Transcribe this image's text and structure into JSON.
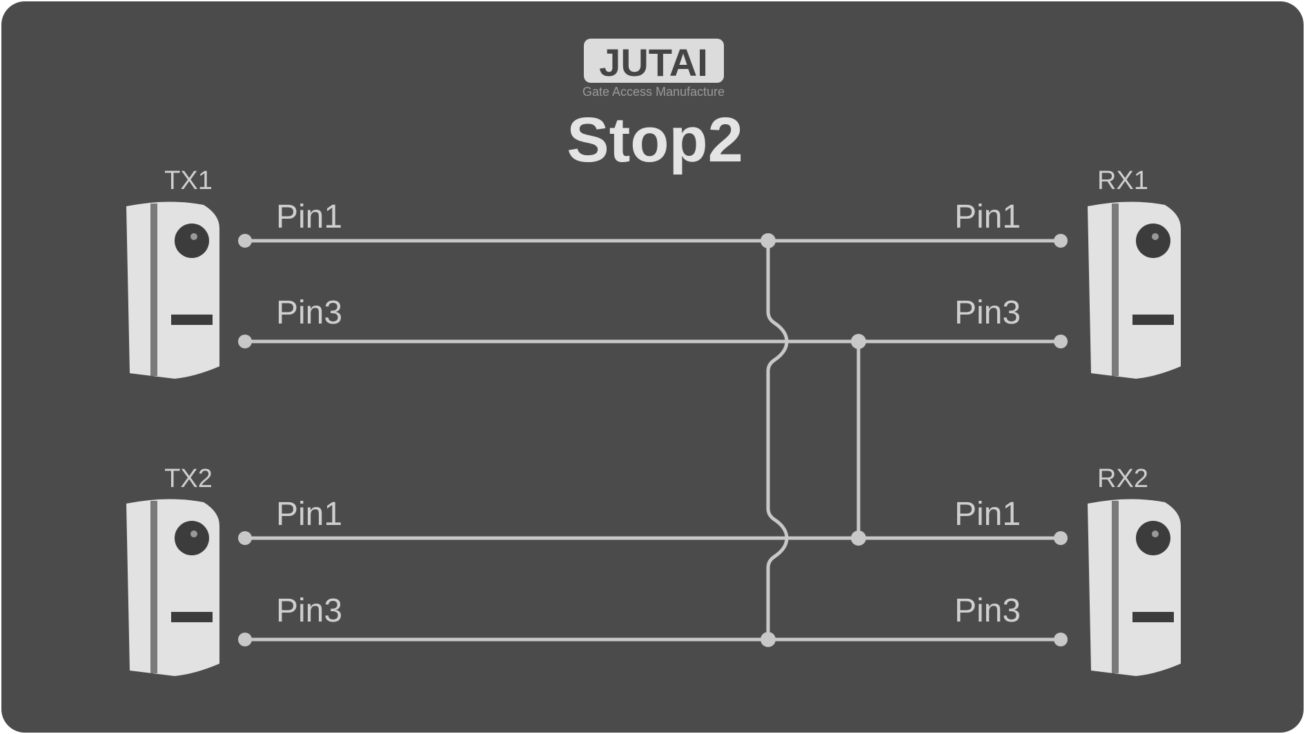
{
  "logo": {
    "brand": "JUTAI",
    "tagline": "Gate Access Manufacture"
  },
  "title": "Stop2",
  "devices": {
    "tx1": "TX1",
    "tx2": "TX2",
    "rx1": "RX1",
    "rx2": "RX2"
  },
  "pins": {
    "tx1": [
      "Pin1",
      "Pin3"
    ],
    "rx1": [
      "Pin1",
      "Pin3"
    ],
    "tx2": [
      "Pin1",
      "Pin3"
    ],
    "rx2": [
      "Pin1",
      "Pin3"
    ]
  },
  "colors": {
    "background": "#4b4b4b",
    "chalk": "#c8c8c8"
  }
}
